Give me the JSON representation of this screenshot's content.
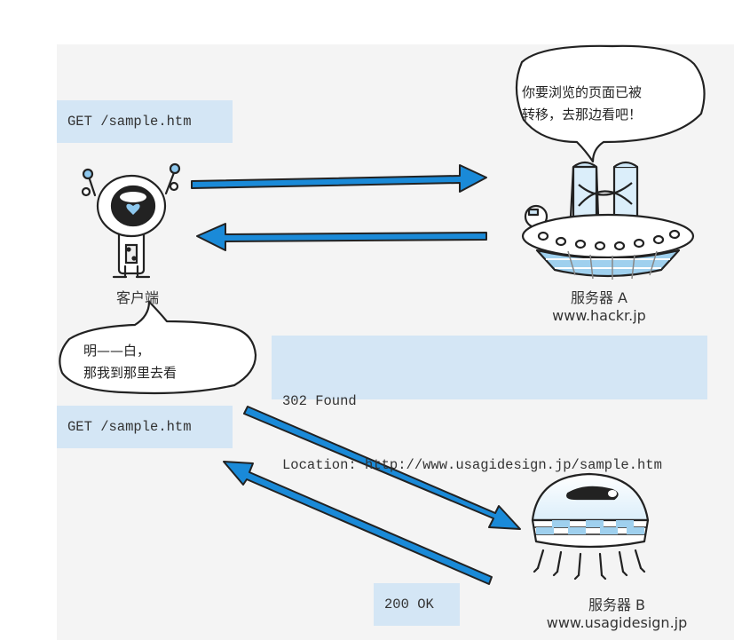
{
  "requests": {
    "first": "GET /sample.htm",
    "second": "GET /sample.htm"
  },
  "responses": {
    "redirect_status": "302 Found",
    "redirect_location": "Location: http://www.usagidesign.jp/sample.htm",
    "ok": "200 OK"
  },
  "client": {
    "label": "客户端"
  },
  "server_a": {
    "name": "服务器 A",
    "host": "www.hackr.jp"
  },
  "server_b": {
    "name": "服务器 B",
    "host": "www.usagidesign.jp"
  },
  "bubbles": {
    "server_a_line1": "你要浏览的页面已被",
    "server_a_line2": "转移，去那边看吧！",
    "client_line1": "明——白，",
    "client_line2": "那我到那里去看"
  },
  "colors": {
    "arrow": "#1a8ad8",
    "box": "#d4e6f5",
    "accent": "#9fd0ee"
  }
}
